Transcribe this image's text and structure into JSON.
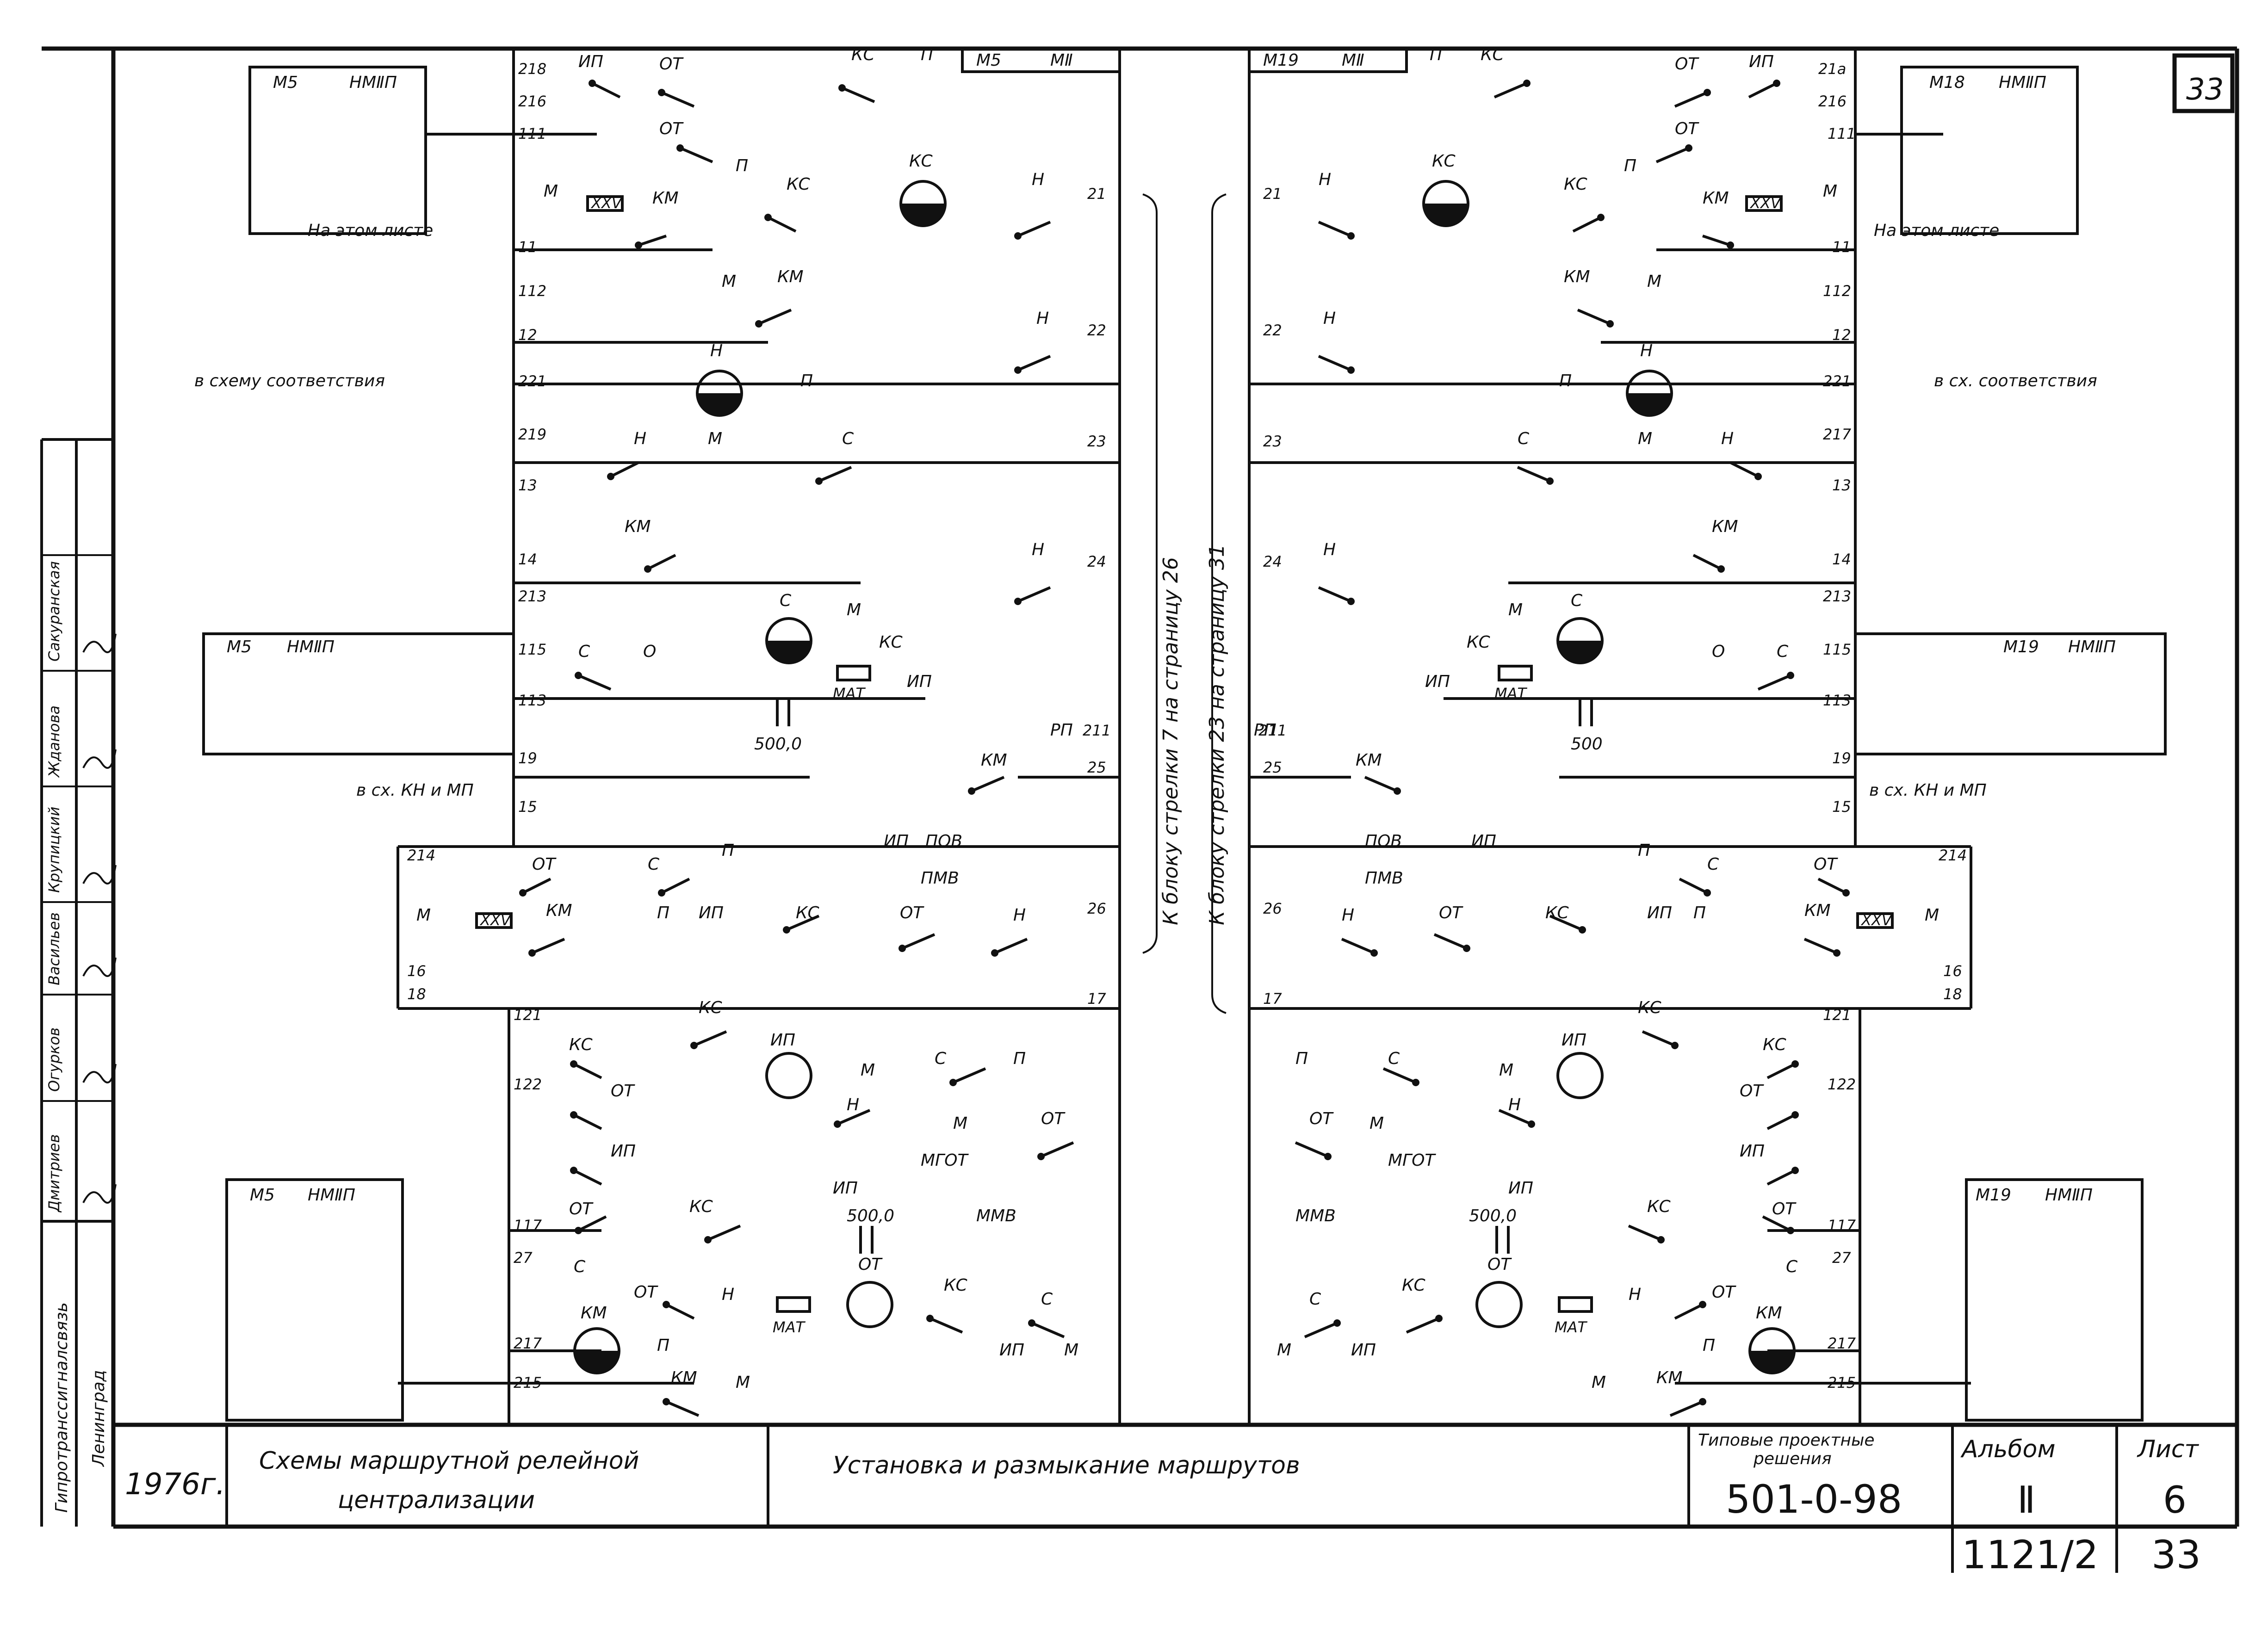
{
  "sheet_corner_number": "33",
  "frame_labels": {
    "m5": "М5",
    "nm2p": "НМⅡП",
    "m2": "МⅡ",
    "m19": "М19",
    "m18": "М18"
  },
  "notes": {
    "on_this_sheet": "На этом листе",
    "to_compliance_left": "в схему соответствия",
    "to_compliance_right": "в сх. соответствия",
    "to_kn_mp": "в сх. КН и МП",
    "to_block_left": "К блоку стрелки 7 на страницу 26",
    "to_block_right": "К блоку стрелки 23 на страницу 31"
  },
  "capacitors": {
    "left_upper": "500,0",
    "right_upper": "500",
    "left_lower": "500,0",
    "right_lower": "500,0"
  },
  "wire_numbers_left": [
    "218",
    "216",
    "111",
    "11",
    "112",
    "12",
    "221",
    "219",
    "13",
    "14",
    "213",
    "115",
    "113",
    "19",
    "15",
    "214",
    "16",
    "18",
    "121",
    "122",
    "117",
    "27",
    "217",
    "215"
  ],
  "wire_numbers_center_left": [
    "21",
    "22",
    "23",
    "24",
    "211",
    "25",
    "26",
    "17"
  ],
  "wire_numbers_right": [
    "21а",
    "216",
    "111",
    "11",
    "112",
    "12",
    "221",
    "217",
    "13",
    "14",
    "213",
    "115",
    "113",
    "19",
    "15",
    "214",
    "16",
    "18",
    "121",
    "122",
    "117",
    "27",
    "217",
    "215"
  ],
  "relays": {
    "ks": "КС",
    "n": "Н",
    "s": "С",
    "ip": "ИП",
    "ot": "ОТ",
    "km": "КМ",
    "p": "П",
    "m": "М",
    "o": "О",
    "pov": "ПОВ",
    "pmv": "ПМВ",
    "mgot": "МГОТ",
    "mmv": "ММВ",
    "mat": "МАТ",
    "xxv": "ХХV",
    "rp": "РП"
  },
  "side_stamp": {
    "org": "Гипротранссигналсвязь",
    "city": "Ленинград",
    "names": [
      "Дмитриев",
      "Огурков",
      "Васильев",
      "Крупицкий",
      "Жданова",
      "Сакуранская"
    ]
  },
  "title_block": {
    "year": "1976г.",
    "title_line1": "Схемы маршрутной релейной",
    "title_line2": "централизации",
    "subject": "Установка и размыкание маршрутов",
    "std_label_1": "Типовые проектные",
    "std_label_2": "решения",
    "std_number": "501-0-98",
    "album_label": "Альбом",
    "album_value": "Ⅱ",
    "sheet_label": "Лист",
    "sheet_value": "6"
  },
  "footer_code": "1121/2",
  "footer_page": "33"
}
